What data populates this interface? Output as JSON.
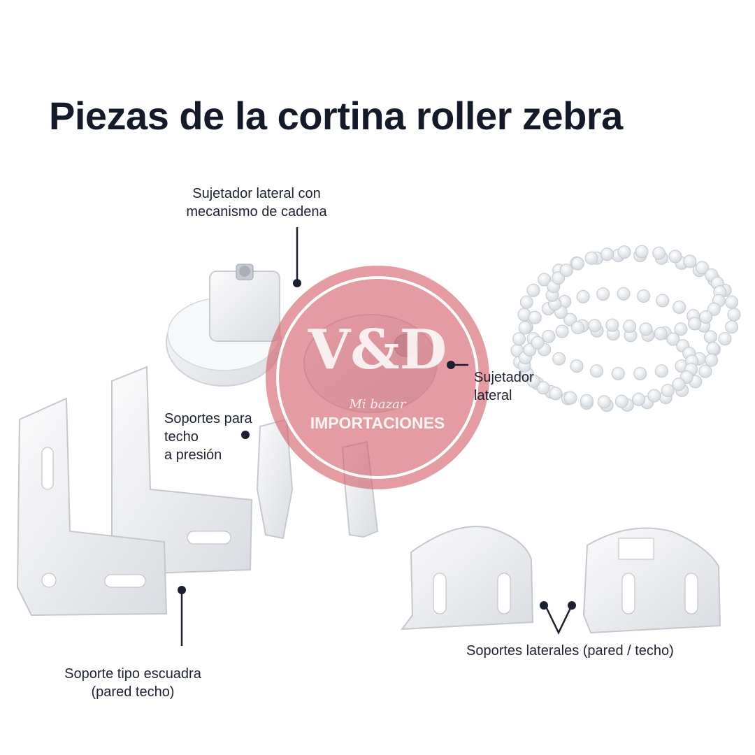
{
  "title": "Piezas de la cortina roller zebra",
  "labels": {
    "chain_mechanism": "Sujetador lateral con\nmecanismo de cadena",
    "side_holder": "Sujetador\nlateral",
    "press_supports": "Soportes para\ntecho\na presión",
    "square_support": "Soporte tipo escuadra\n(pared techo)",
    "side_supports": "Soportes laterales (pared / techo)"
  },
  "watermark": {
    "logo": "V&D",
    "tagline": "Mi bazar",
    "company": "IMPORTACIONES",
    "color": "#d45f6a"
  },
  "colors": {
    "title": "#151a2b",
    "parts": "#f1f2f4",
    "part_shadow": "#c9ccd2",
    "leader": "#1b2030"
  }
}
